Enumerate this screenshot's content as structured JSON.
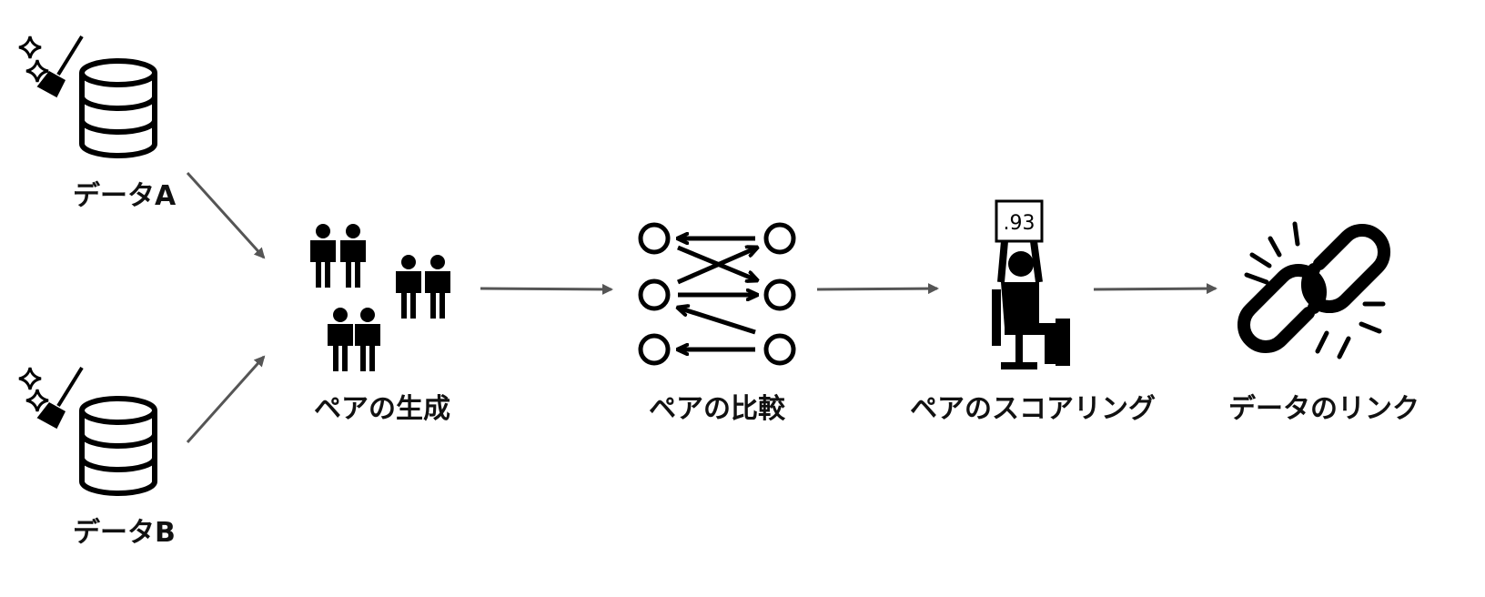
{
  "nodes": {
    "data_a": {
      "label": "データA",
      "icon": "database-clean-icon"
    },
    "data_b": {
      "label": "データB",
      "icon": "database-clean-icon"
    },
    "pair_generate": {
      "label": "ペアの生成",
      "icon": "people-pairs-icon"
    },
    "pair_compare": {
      "label": "ペアの比較",
      "icon": "compare-arrows-icon"
    },
    "pair_scoring": {
      "label": "ペアのスコアリング",
      "icon": "judge-score-icon",
      "score_text": ".93"
    },
    "data_link": {
      "label": "データのリンク",
      "icon": "chain-link-icon"
    }
  },
  "colors": {
    "icon": "#000000",
    "arrow": "#555555",
    "text": "#111111"
  }
}
